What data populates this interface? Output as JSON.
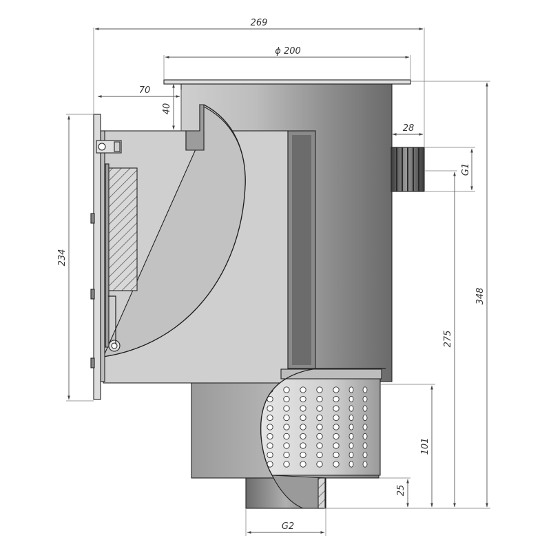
{
  "dimensions": {
    "overall_width": "269",
    "flange_diameter": "ϕ 200",
    "face_offset": "70",
    "opening_depth": "40",
    "side_outlet_offset": "28",
    "side_thread": "G1",
    "face_height": "234",
    "total_height": "348",
    "outlet_height": "275",
    "basket_height": "101",
    "bottom_stub": "25",
    "bottom_thread": "G2"
  },
  "colors": {
    "line": "#222222",
    "body_light": "#d4d4d4",
    "body_dark": "#6e6e6e",
    "section": "#c9c9c9",
    "hatch": "#333333"
  }
}
